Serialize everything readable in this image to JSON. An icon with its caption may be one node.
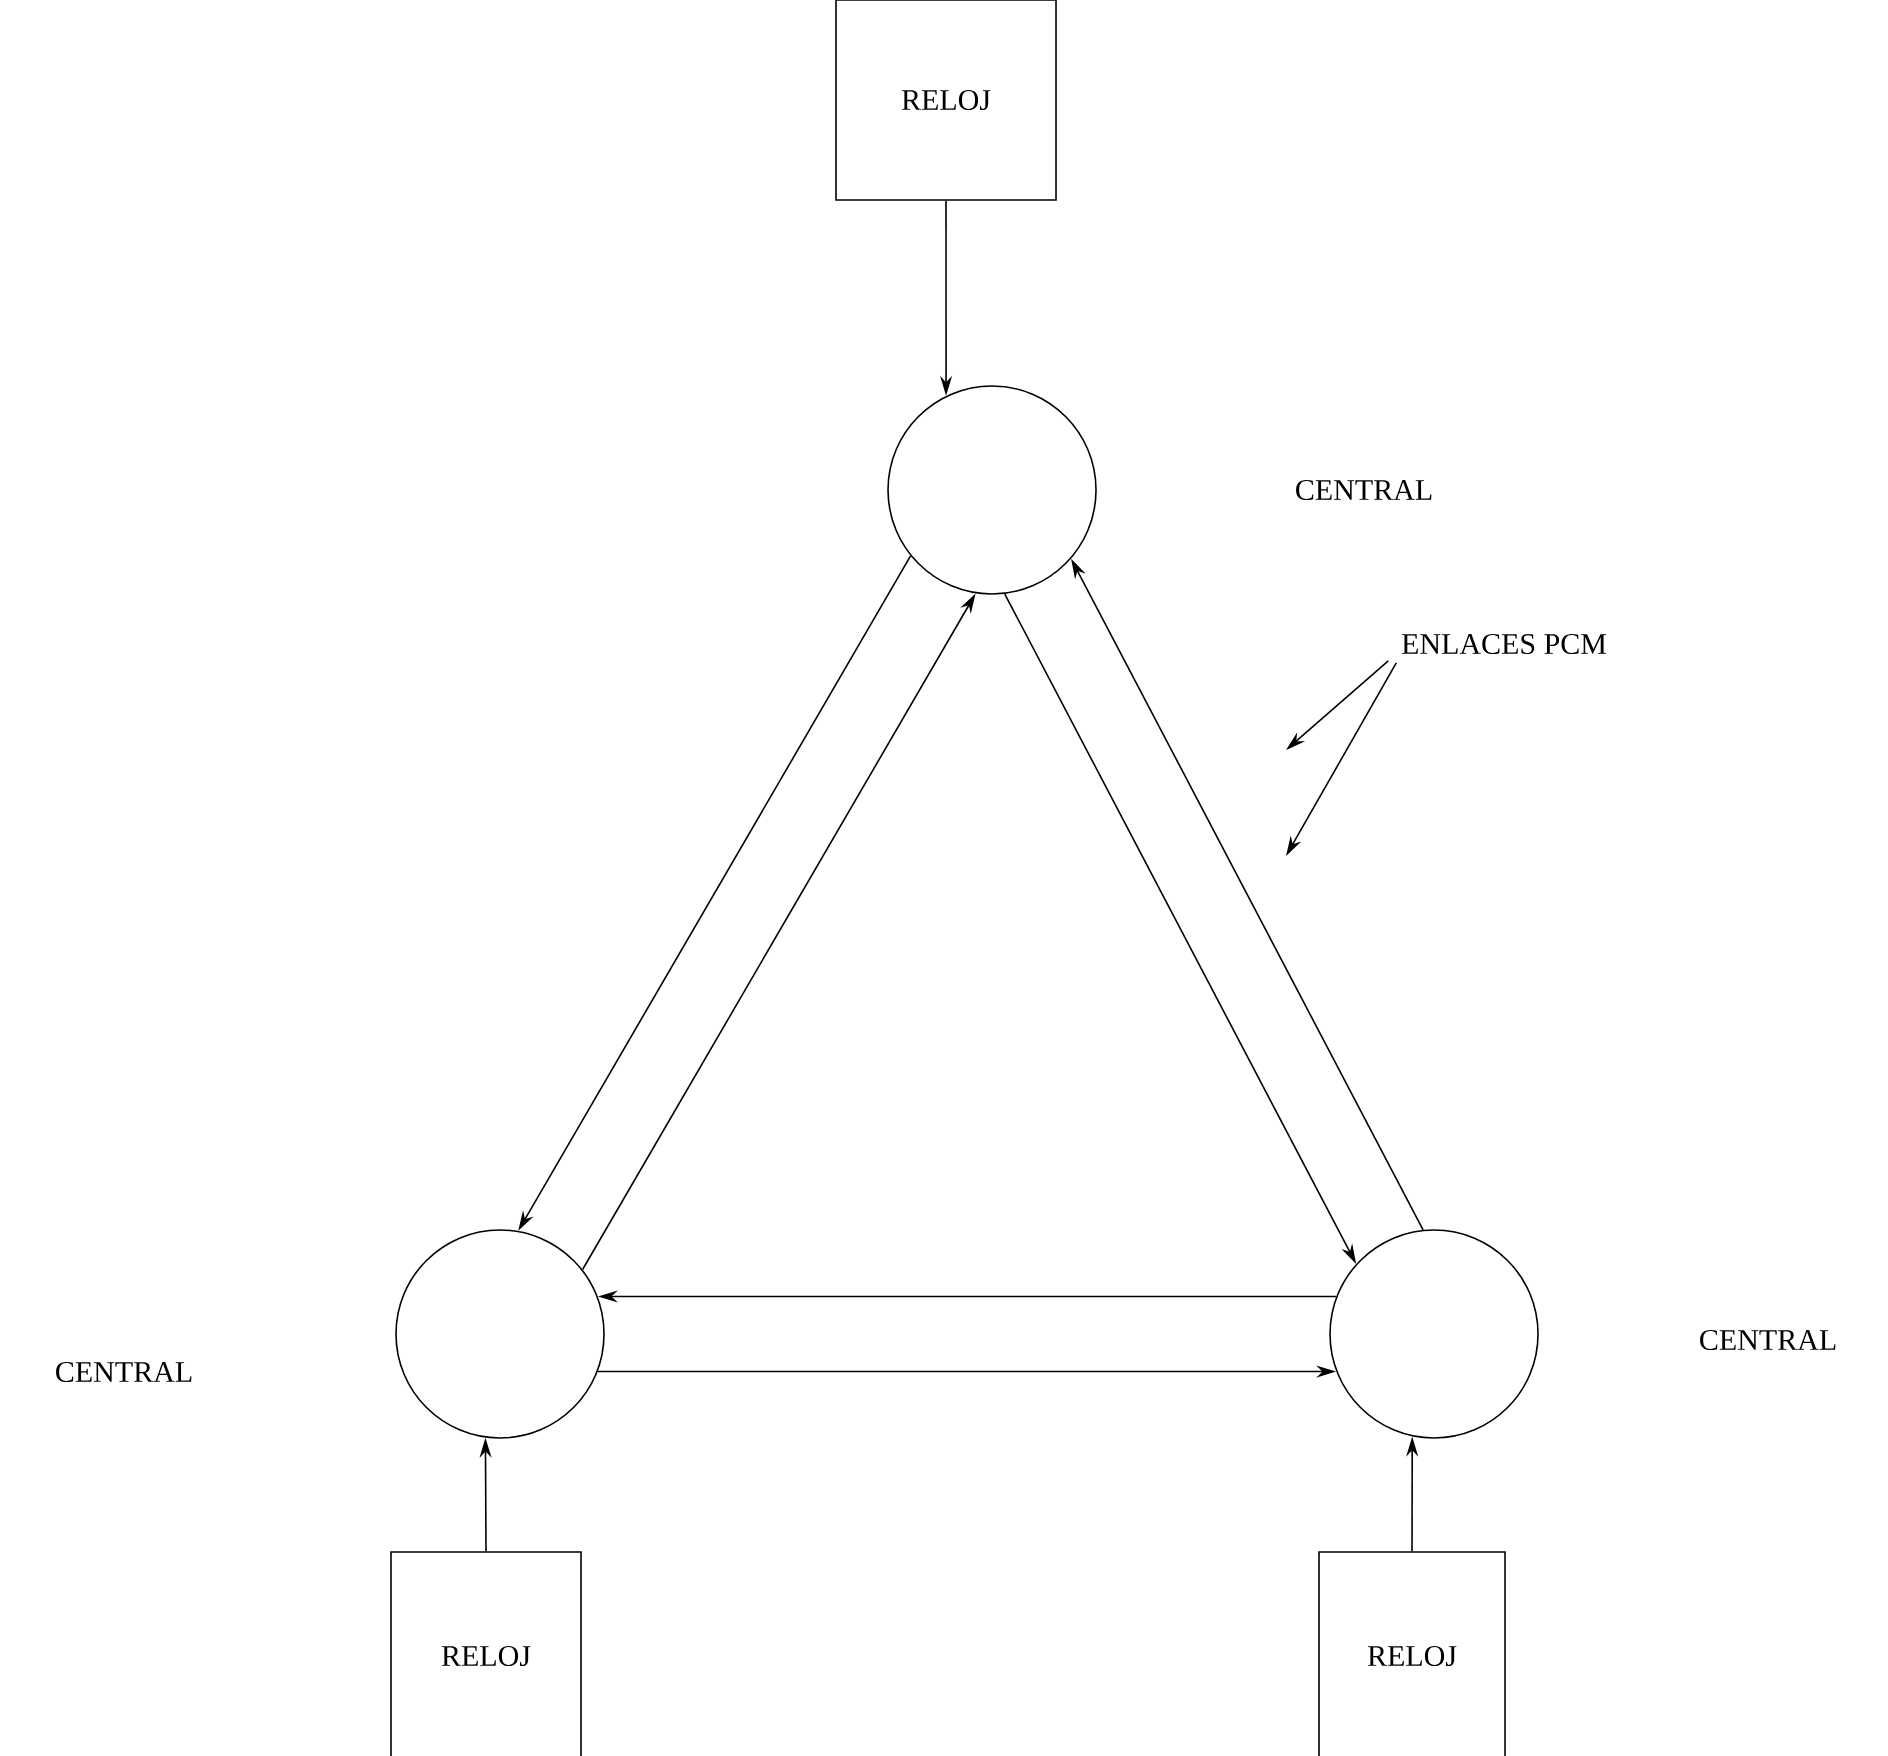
{
  "diagram": {
    "nodes": [
      {
        "text": [
          "RELOJ"
        ]
      },
      {
        "text": [],
        "shape": "circle"
      },
      {
        "text": [],
        "shape": "circle"
      },
      {
        "text": [],
        "shape": "circle"
      },
      {
        "text": [
          "RELOJ"
        ]
      },
      {
        "text": [
          "RELOJ"
        ]
      },
      {
        "text": [
          "ENLACES PCM"
        ]
      }
    ],
    "edges": [
      {
        "from": 0,
        "to": 1,
        "arrow": "to"
      },
      {
        "from": 1,
        "to": 2,
        "arrow": "to"
      },
      {
        "from": 2,
        "to": 1,
        "arrow": "to"
      },
      {
        "from": 1,
        "to": 3,
        "arrow": "to"
      },
      {
        "from": 3,
        "to": 1,
        "arrow": "to"
      },
      {
        "from": 2,
        "to": 3,
        "arrow": "to"
      },
      {
        "from": 3,
        "to": 2,
        "arrow": "to"
      },
      {
        "from": 4,
        "to": 2,
        "arrow": "to"
      },
      {
        "from": 5,
        "to": 3,
        "arrow": "to"
      },
      {
        "from": 6,
        "to": null,
        "arrow": "to"
      },
      {
        "from": 6,
        "to": null,
        "arrow": "to"
      }
    ],
    "labels": [
      "CENTRAL",
      "CENTRAL",
      "CENTRAL"
    ]
  }
}
